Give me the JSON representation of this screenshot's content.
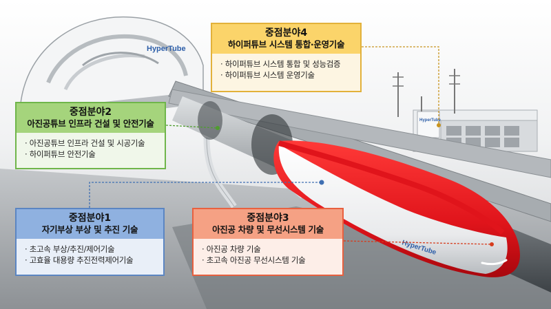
{
  "logos": {
    "station": "HyperTube",
    "building": "HyperTube",
    "train": "HyperTube"
  },
  "boxes": {
    "area4": {
      "title": "중점분야4",
      "subtitle": "하이퍼튜브 시스템 통합·운영기술",
      "items": [
        "· 하이퍼튜브 시스템 통합 및 성능검증",
        "· 하이퍼튜브 시스템 운영기술"
      ]
    },
    "area2": {
      "title": "중점분야2",
      "subtitle": "아진공튜브 인프라 건설 및 안전기술",
      "items": [
        "· 아진공튜브 인프라 건설 및 시공기술",
        "· 하이퍼튜브 안전기술"
      ]
    },
    "area1": {
      "title": "중점분야1",
      "subtitle": "자기부상 부상 및 추진 기술",
      "items": [
        "· 초고속 부상/추진/제어기술",
        "· 고효율 대용량 추진전력제어기술"
      ]
    },
    "area3": {
      "title": "중점분야3",
      "subtitle": "아진공 차량 및 무선시스템 기술",
      "items": [
        "· 아진공 차량 기술",
        "· 초고속 아진공 무선시스템 기술"
      ]
    }
  },
  "colors": {
    "area1": "#5b85c2",
    "area2": "#6fb54a",
    "area3": "#e8603f",
    "area4": "#e2b13a",
    "train_red": "#e0141b"
  }
}
